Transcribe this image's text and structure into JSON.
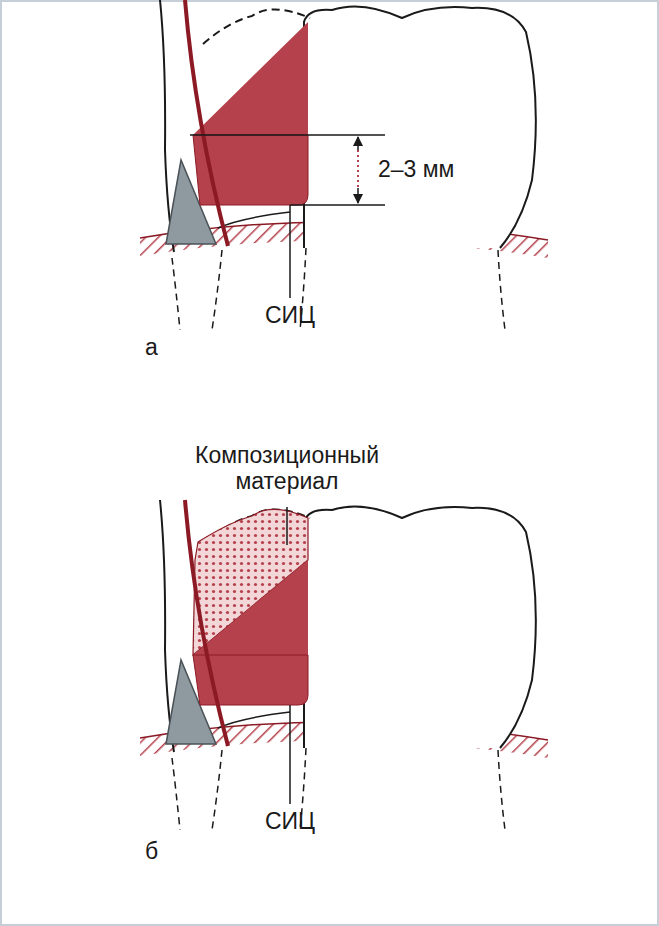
{
  "diagram": {
    "labels": [
      "2–3 мм",
      "СИЦ",
      "а",
      "Композиционный материал",
      "СИЦ",
      "б"
    ]
  }
}
